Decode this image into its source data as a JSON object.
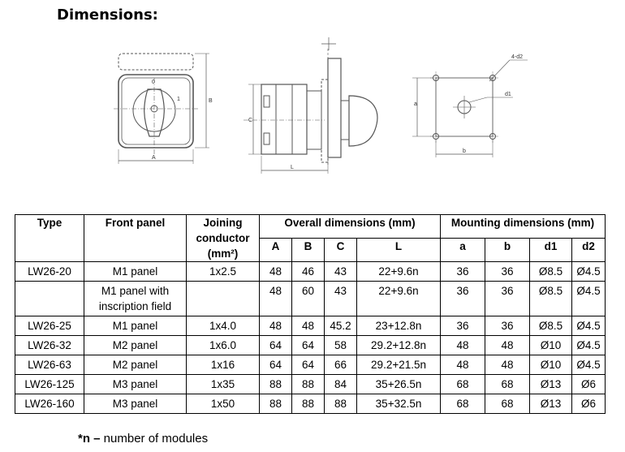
{
  "title": "Dimensions:",
  "drawing_labels": {
    "front_zero": "0",
    "front_one": "1",
    "front_A": "A",
    "front_B": "B",
    "side_C": "C",
    "side_L": "L",
    "mount_4d2": "4-d2",
    "mount_d1": "d1",
    "mount_a": "a",
    "mount_b": "b"
  },
  "table": {
    "headers": {
      "type": "Type",
      "front_panel": "Front panel",
      "joining_line1": "Joining",
      "joining_line2": "conductor",
      "joining_line3": "(mm²)",
      "overall": "Overall dimensions (mm)",
      "mounting": "Mounting dimensions (mm)",
      "A": "A",
      "B": "B",
      "C": "C",
      "L": "L",
      "a": "a",
      "b": "b",
      "d1": "d1",
      "d2": "d2"
    },
    "rows": [
      {
        "type": "LW26-20",
        "panel": "M1 panel",
        "conductor": "1x2.5",
        "A": "48",
        "B": "46",
        "C": "43",
        "L": "22+9.6n",
        "a": "36",
        "b": "36",
        "d1": "Ø8.5",
        "d2": "Ø4.5"
      },
      {
        "type": "",
        "panel": "M1 panel with inscription field",
        "conductor": "",
        "A": "48",
        "B": "60",
        "C": "43",
        "L": "22+9.6n",
        "a": "36",
        "b": "36",
        "d1": "Ø8.5",
        "d2": "Ø4.5"
      },
      {
        "type": "LW26-25",
        "panel": "M1 panel",
        "conductor": "1x4.0",
        "A": "48",
        "B": "48",
        "C": "45.2",
        "L": "23+12.8n",
        "a": "36",
        "b": "36",
        "d1": "Ø8.5",
        "d2": "Ø4.5"
      },
      {
        "type": "LW26-32",
        "panel": "M2 panel",
        "conductor": "1x6.0",
        "A": "64",
        "B": "64",
        "C": "58",
        "L": "29.2+12.8n",
        "a": "48",
        "b": "48",
        "d1": "Ø10",
        "d2": "Ø4.5"
      },
      {
        "type": "LW26-63",
        "panel": "M2 panel",
        "conductor": "1x16",
        "A": "64",
        "B": "64",
        "C": "66",
        "L": "29.2+21.5n",
        "a": "48",
        "b": "48",
        "d1": "Ø10",
        "d2": "Ø4.5"
      },
      {
        "type": "LW26-125",
        "panel": "M3 panel",
        "conductor": "1x35",
        "A": "88",
        "B": "88",
        "C": "84",
        "L": "35+26.5n",
        "a": "68",
        "b": "68",
        "d1": "Ø13",
        "d2": "Ø6"
      },
      {
        "type": "LW26-160",
        "panel": "M3 panel",
        "conductor": "1x50",
        "A": "88",
        "B": "88",
        "C": "88",
        "L": "35+32.5n",
        "a": "68",
        "b": "68",
        "d1": "Ø13",
        "d2": "Ø6"
      }
    ]
  },
  "footnote": {
    "symbol": "*n –",
    "text": " number of modules"
  }
}
